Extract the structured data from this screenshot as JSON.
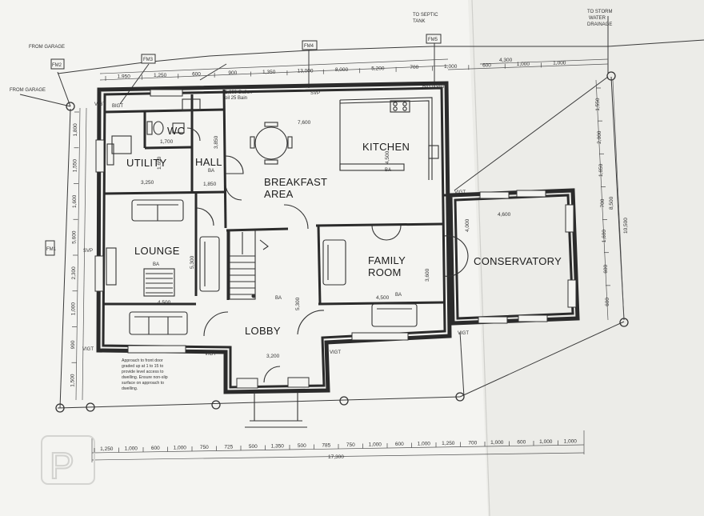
{
  "rooms": {
    "wc": "WC",
    "hall": "HALL",
    "utility": "UTILITY",
    "breakfast_1": "BREAKFAST",
    "breakfast_2": "AREA",
    "kitchen": "KITCHEN",
    "lounge": "LOUNGE",
    "family_1": "FAMILY",
    "family_2": "ROOM",
    "lobby": "LOBBY",
    "conservatory": "CONSERVATORY"
  },
  "labels": {
    "from_garage_1": "FROM GARAGE",
    "from_garage_2": "FROM GARAGE",
    "to_septic_1": "TO SEPTIC",
    "to_septic_2": "TANK",
    "to_storm_1": "TO STORM",
    "to_storm_2": "WATER",
    "to_storm_3": "DRAINAGE",
    "fm2": "FM2",
    "fm3": "FM3",
    "fm4": "FM4",
    "fm5": "FM5",
    "fm1": "FM1",
    "vigt": "VIGT",
    "bigt": "BIGT",
    "svp": "SVP",
    "ba": "BA",
    "tank_note_1": "1,600 Gallon",
    "tank_note_2": "oil 25 Bain",
    "approach_note": [
      "Approach to front door",
      "graded up at 1 to 15 to",
      "provide level access to",
      "dwelling. Ensure non-slip",
      "surface on approach to",
      "dwelling."
    ]
  },
  "dims": {
    "top_row": [
      "1,950",
      "1,250",
      "600",
      "900",
      "1,350",
      "13,000",
      "8,000",
      "5,200",
      "700",
      "1,000",
      "600",
      "1,000",
      "1,000"
    ],
    "top_extra": "4,300",
    "bottom_row": [
      "1,250",
      "1,000",
      "600",
      "1,000",
      "750",
      "725",
      "500",
      "1,350",
      "500",
      "785",
      "750",
      "1,000",
      "600",
      "1,000",
      "1,250",
      "700",
      "1,000",
      "600",
      "1,000",
      "1,000"
    ],
    "bottom_total": "17,300",
    "left_col": [
      "1,800",
      "1,550",
      "1,600",
      "5,600",
      "2,300",
      "1,000",
      "990",
      "1,500"
    ],
    "right_col": [
      "1,550",
      "2,000",
      "1,650",
      "700",
      "1,600",
      "600",
      "600"
    ],
    "right_totals": [
      "8,500",
      "10,500"
    ],
    "wc_w": "1,700",
    "utility_w": "3,250",
    "utility_h": "1,650",
    "hall_w": "1,850",
    "hall_h": "3,850",
    "breakfast_w": "7,600",
    "kitchen_h": "4,500",
    "lounge_w": "4,500",
    "lounge_h": "5,300",
    "lobby_w": "3,200",
    "lobby_h": "5,300",
    "family_w": "4,500",
    "family_h": "3,600",
    "conservatory_w": "4,600",
    "conservatory_h": "4,000"
  },
  "watermark": "P"
}
